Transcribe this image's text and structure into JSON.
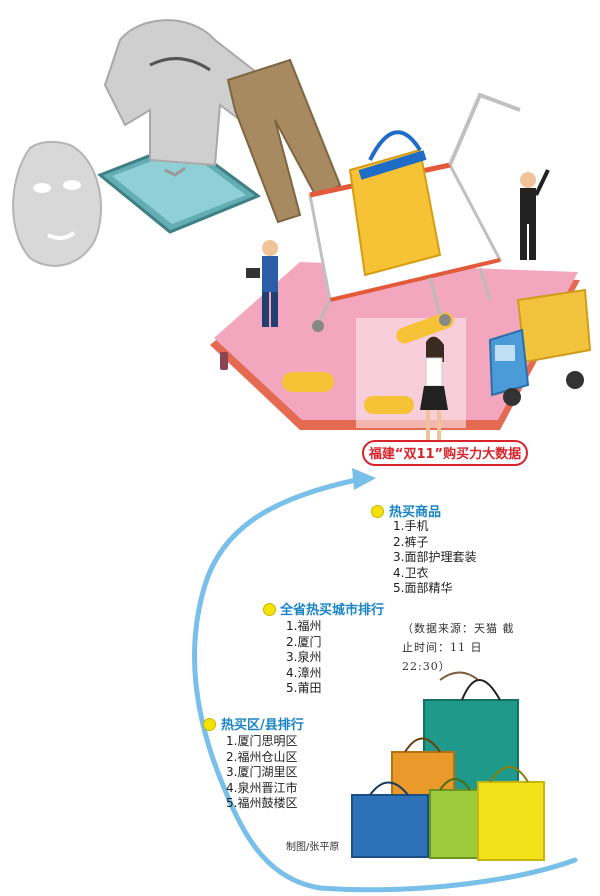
{
  "title": "福建“双11”购买力大数据",
  "sections": {
    "hot_goods": {
      "title": "热买商品",
      "items": [
        "1.手机",
        "2.裤子",
        "3.面部护理套装",
        "4.卫衣",
        "5.面部精华"
      ]
    },
    "cities": {
      "title": "全省热买城市排行",
      "items": [
        "1.福州",
        "2.厦门",
        "3.泉州",
        "4.漳州",
        "5.莆田"
      ]
    },
    "districts": {
      "title": "热买区/县排行",
      "items": [
        "1.厦门思明区",
        "2.福州仓山区",
        "3.厦门湖里区",
        "4.泉州晋江市",
        "5.福州鼓楼区"
      ]
    }
  },
  "source_note": "（数据来源：天猫 截止时间：11 日 22:30）",
  "credit": "制图/张平原",
  "colors": {
    "accent_blue": "#1b84c6",
    "curve_blue": "#6fb7e6",
    "title_red": "#d9232b",
    "dot_yellow": "#f4e200"
  }
}
